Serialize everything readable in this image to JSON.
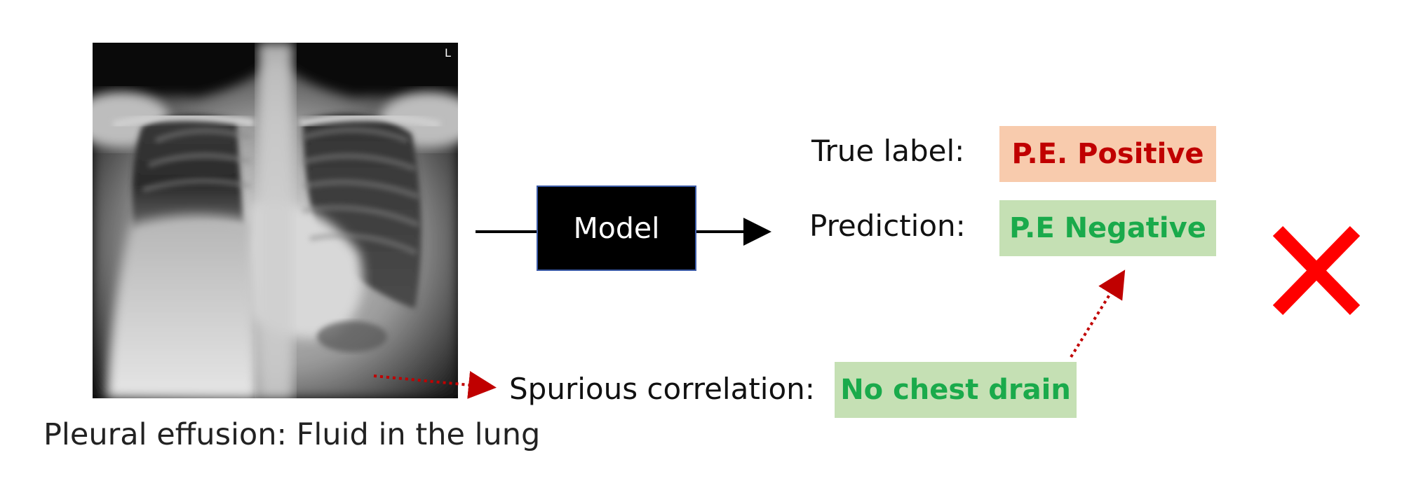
{
  "xray": {
    "corner_marker": "L",
    "caption": "Pleural effusion: Fluid in the lung"
  },
  "model": {
    "label": "Model"
  },
  "true_label": {
    "label": "True label:",
    "value": "P.E. Positive",
    "bg_color": "#f8cbad",
    "text_color": "#c00000"
  },
  "prediction": {
    "label": "Prediction:",
    "value": "P.E Negative",
    "bg_color": "#c5e0b4",
    "text_color": "#1aaa4b"
  },
  "spurious": {
    "label": "Spurious correlation:",
    "value": "No chest drain",
    "bg_color": "#c5e0b4",
    "text_color": "#1aaa4b"
  },
  "result": {
    "icon": "red-cross-icon",
    "color": "#ff0000"
  }
}
